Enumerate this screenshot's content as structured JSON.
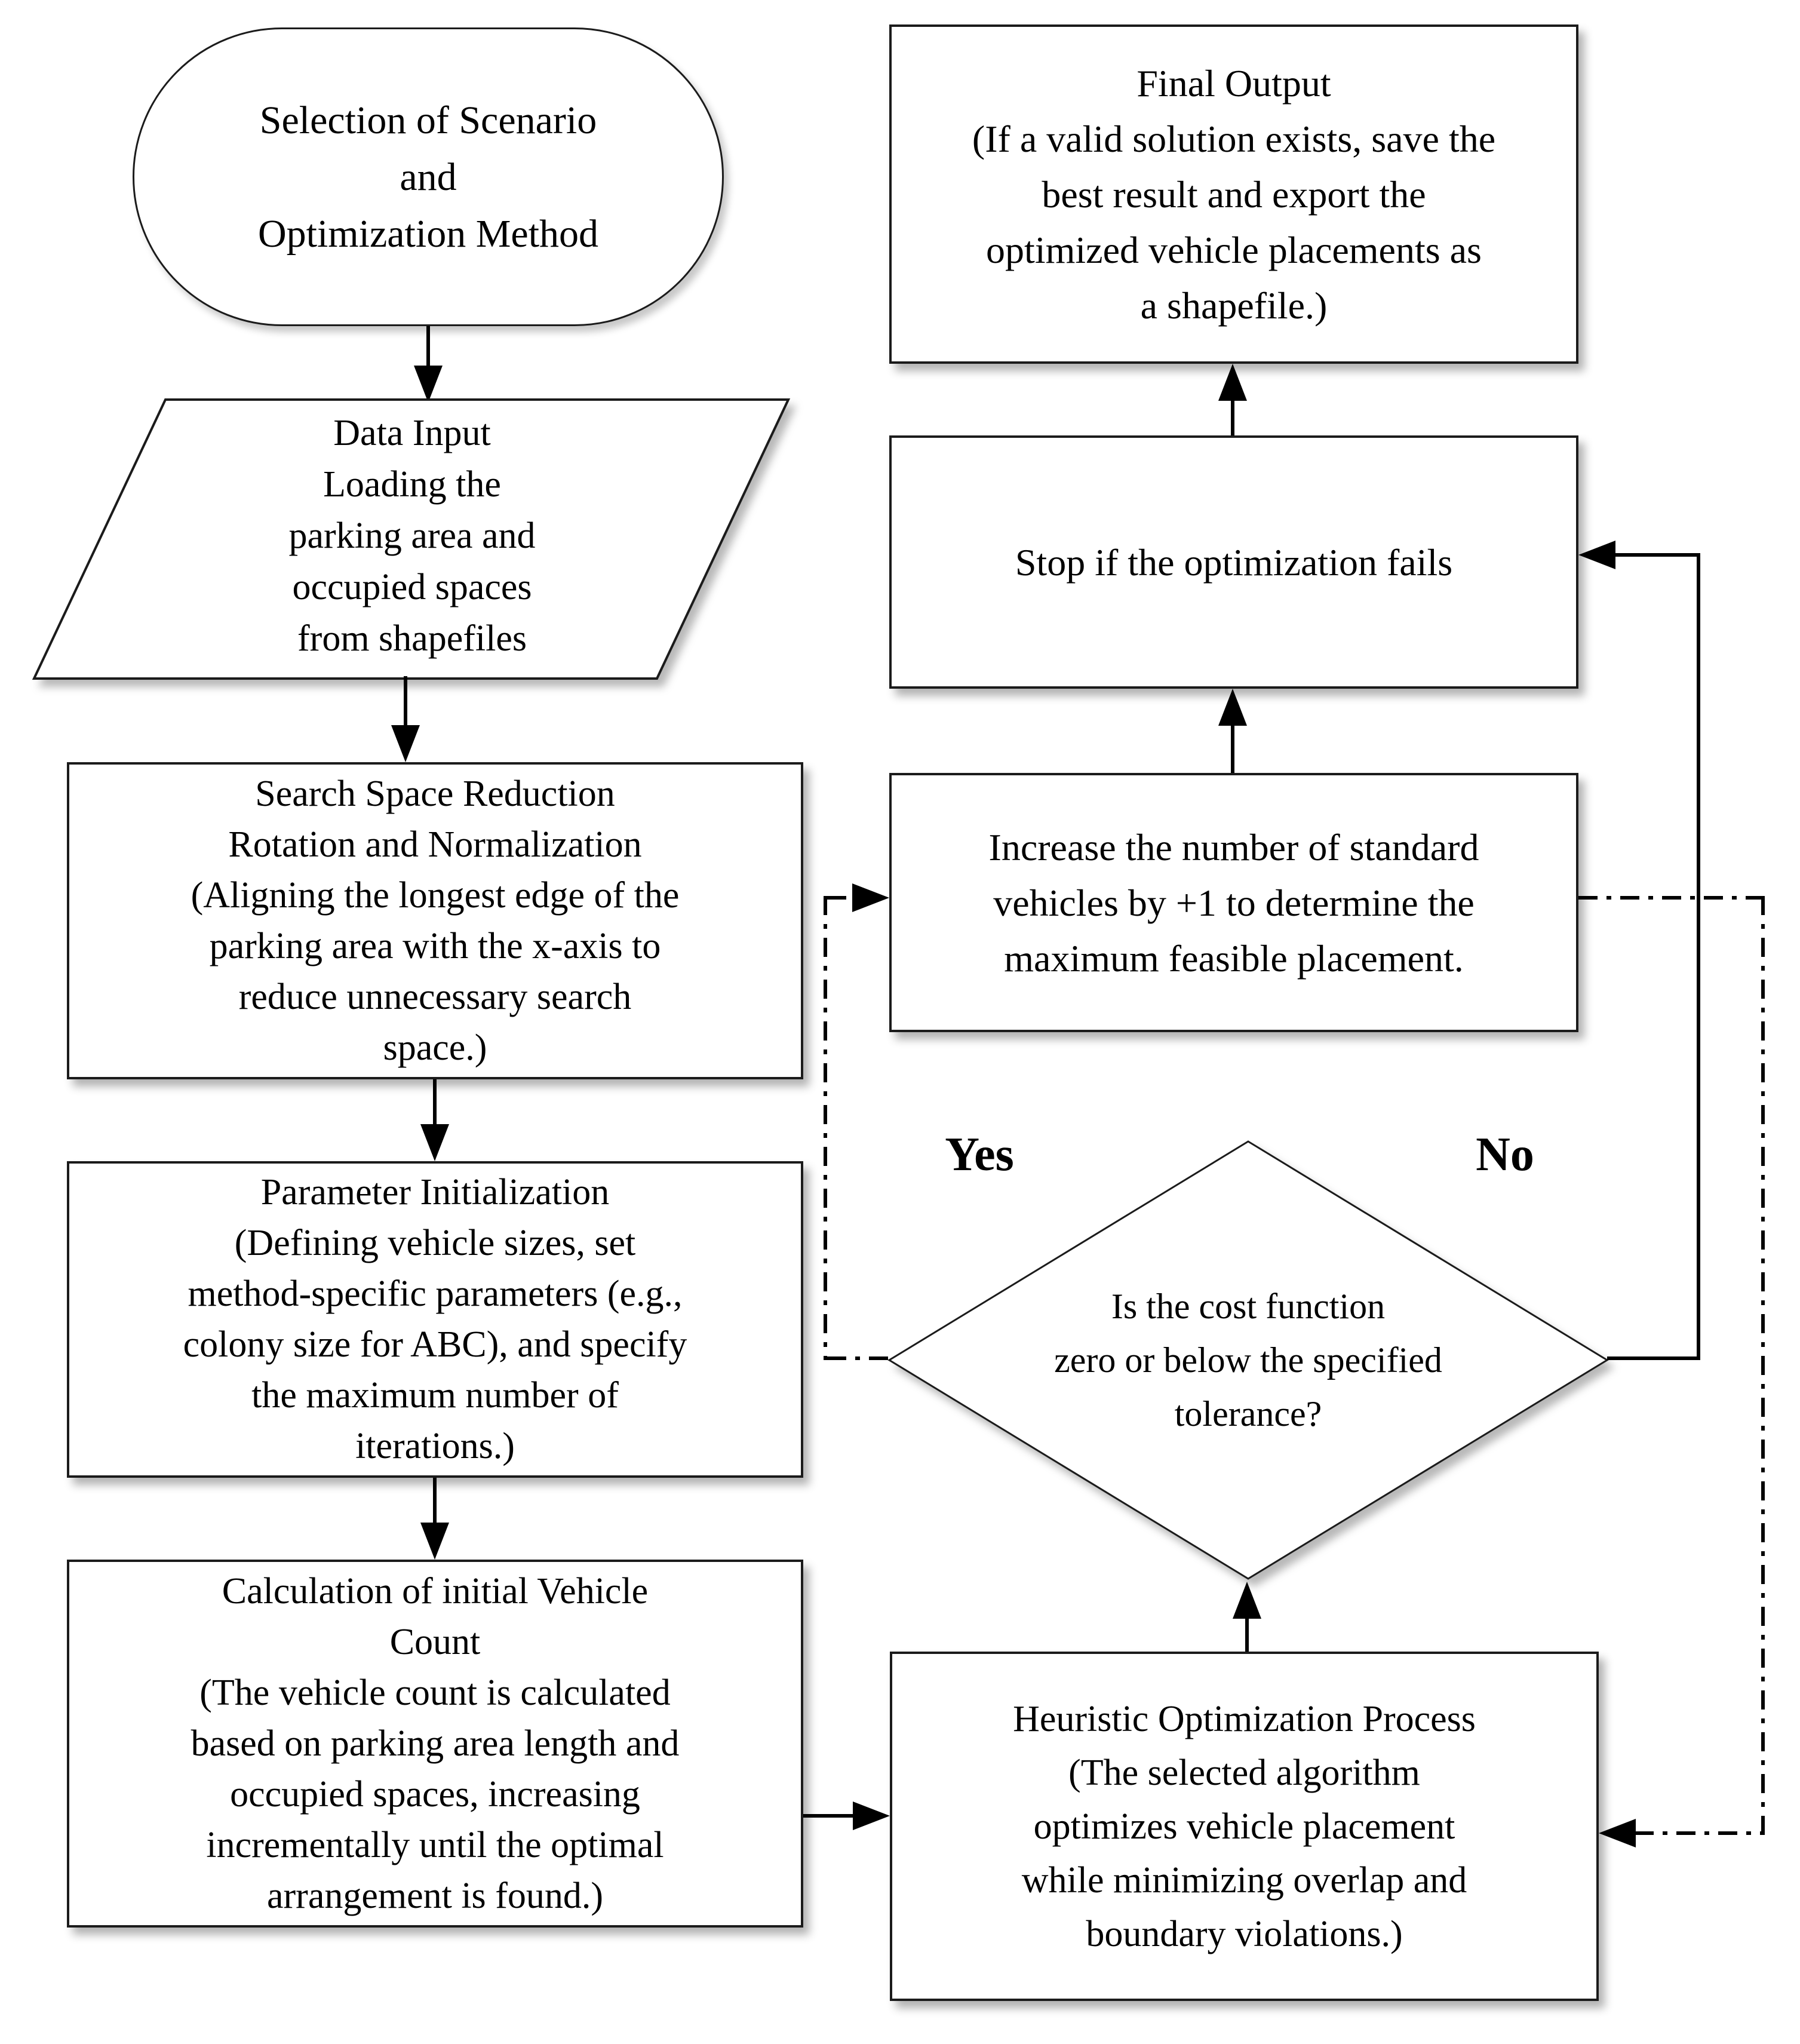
{
  "page": {
    "background": "#ffffff",
    "line_color": "#000000",
    "border_color": "#1b1b1b"
  },
  "labels": {
    "yes": "Yes",
    "no": "No"
  },
  "nodes": {
    "start": {
      "type": "terminator",
      "lines": [
        "Selection of Scenario",
        "and",
        "Optimization Method"
      ]
    },
    "data_input": {
      "type": "input-parallelogram",
      "lines": [
        "Data Input",
        "Loading the",
        "parking area and",
        "occupied spaces",
        "from shapefiles"
      ]
    },
    "search_space": {
      "type": "process",
      "lines": [
        "Search Space Reduction",
        "Rotation and Normalization",
        "(Aligning the longest edge of the",
        "parking area with the x-axis to",
        "reduce unnecessary search",
        "space.)"
      ]
    },
    "param_init": {
      "type": "process",
      "lines": [
        "Parameter Initialization",
        "(Defining vehicle sizes, set",
        "method-specific parameters (e.g.,",
        "colony size for ABC), and specify",
        "the maximum number of",
        "iterations.)"
      ]
    },
    "vehicle_count": {
      "type": "process",
      "lines": [
        "Calculation of initial Vehicle",
        "Count",
        "(The vehicle count is calculated",
        "based on parking area length and",
        "occupied spaces, increasing",
        "incrementally until the optimal",
        "arrangement is found.)"
      ]
    },
    "final_output": {
      "type": "process",
      "lines": [
        "Final Output",
        "(If a valid solution exists, save the",
        "best result and export the",
        "optimized vehicle placements as",
        "a shapefile.)"
      ]
    },
    "stop": {
      "type": "process",
      "lines": [
        "Stop if the optimization fails"
      ]
    },
    "increase": {
      "type": "process",
      "lines": [
        "Increase the number of standard",
        "vehicles by +1 to determine the",
        "maximum feasible placement."
      ]
    },
    "decision": {
      "type": "decision-diamond",
      "lines": [
        "Is the cost function",
        "zero or below the specified",
        "tolerance?"
      ]
    },
    "heuristic": {
      "type": "process",
      "lines": [
        "Heuristic Optimization Process",
        "(The selected algorithm",
        "optimizes vehicle placement",
        "while minimizing overlap and",
        "boundary violations.)"
      ]
    }
  }
}
